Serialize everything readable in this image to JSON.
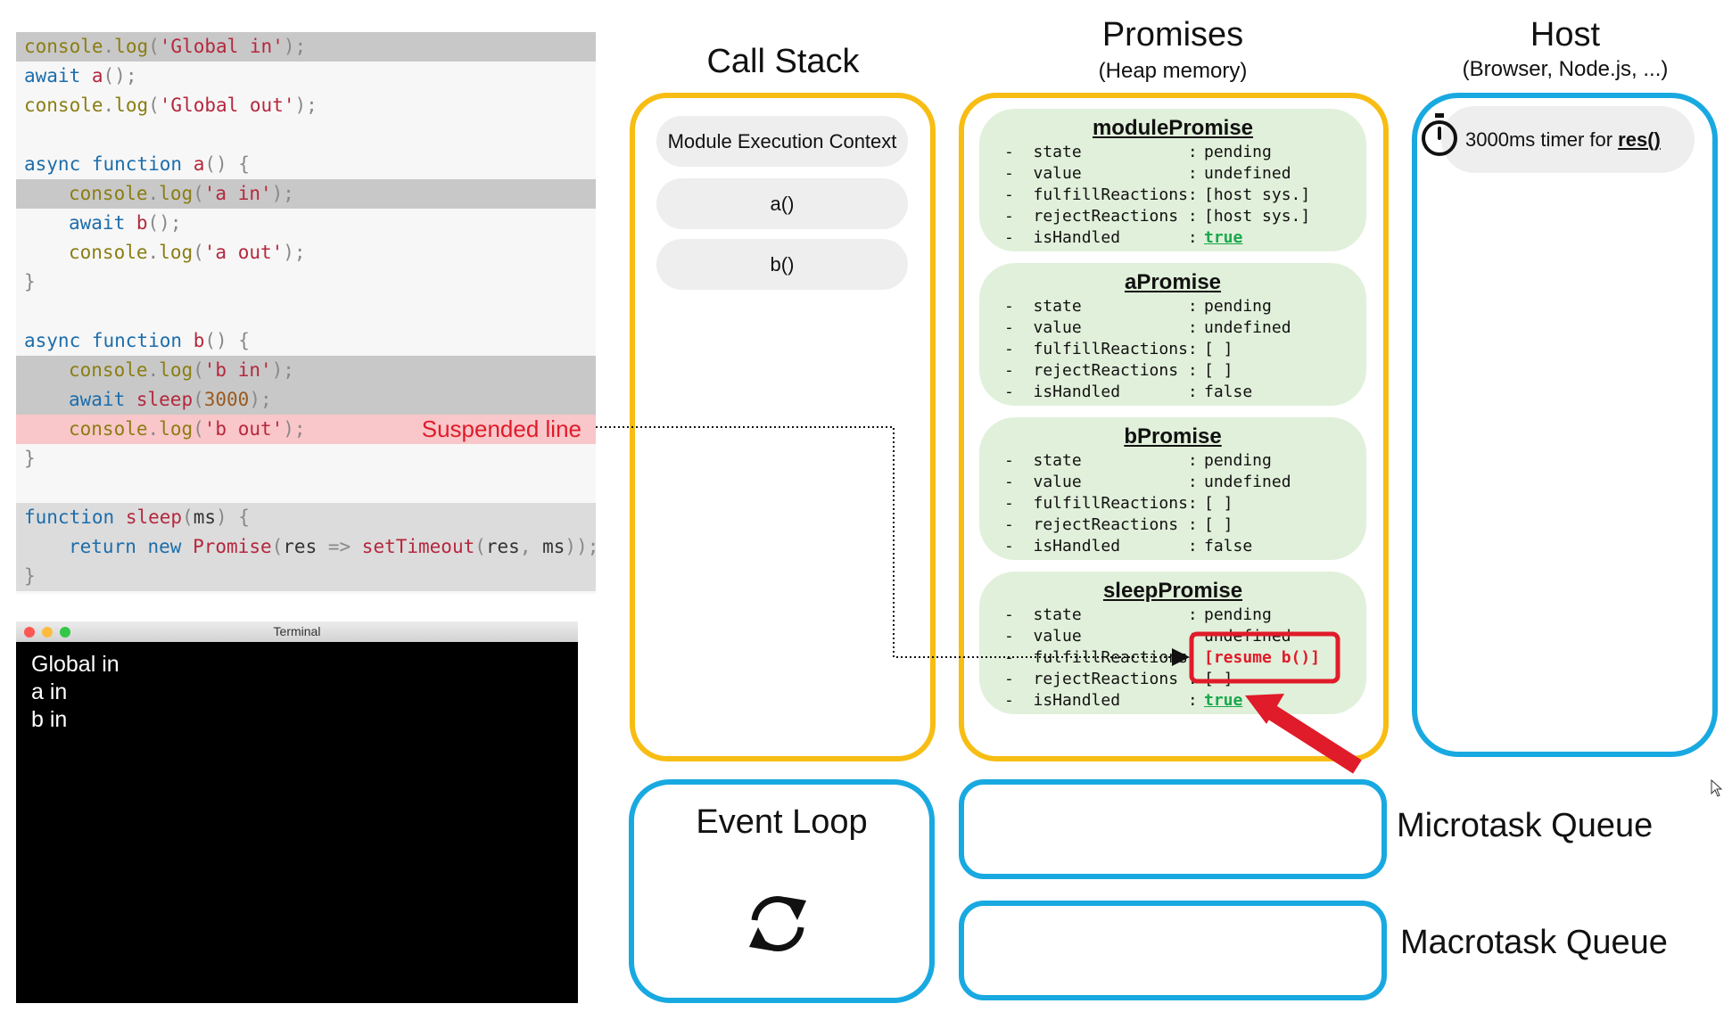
{
  "code": [
    {
      "text": "console.log('Global in');",
      "cls": "hl",
      "ind": false
    },
    {
      "text": "await a();",
      "cls": "",
      "ind": false
    },
    {
      "text": "console.log('Global out');",
      "cls": "",
      "ind": false
    },
    {
      "text": "",
      "cls": "",
      "ind": false
    },
    {
      "text": "async function a() {",
      "cls": "",
      "ind": false
    },
    {
      "text": "console.log('a in');",
      "cls": "hl",
      "ind": true
    },
    {
      "text": "await b();",
      "cls": "",
      "ind": true
    },
    {
      "text": "console.log('a out');",
      "cls": "",
      "ind": true
    },
    {
      "text": "}",
      "cls": "",
      "ind": false
    },
    {
      "text": "",
      "cls": "",
      "ind": false
    },
    {
      "text": "async function b() {",
      "cls": "",
      "ind": false
    },
    {
      "text": "console.log('b in');",
      "cls": "hl",
      "ind": true
    },
    {
      "text": "await sleep(3000);",
      "cls": "hl",
      "ind": true
    },
    {
      "text": "console.log('b out');",
      "cls": "susp",
      "ind": true
    },
    {
      "text": "}",
      "cls": "",
      "ind": false
    },
    {
      "text": "",
      "cls": "",
      "ind": false
    },
    {
      "text": "function sleep(ms) {",
      "cls": "fn",
      "ind": false
    },
    {
      "text": "return new Promise(res => setTimeout(res, ms));",
      "cls": "fn",
      "ind": true
    },
    {
      "text": "}",
      "cls": "fn",
      "ind": false
    }
  ],
  "suspended_label": "Suspended line",
  "terminal": {
    "title": "Terminal",
    "lines": [
      "Global in",
      "a in",
      "b in"
    ]
  },
  "titles": {
    "call_stack": "Call Stack",
    "promises": "Promises",
    "promises_sub": "(Heap memory)",
    "host": "Host",
    "host_sub": "(Browser, Node.js, ...)"
  },
  "call_stack": {
    "frames": [
      "Module Execution Context",
      "a()",
      "b()"
    ]
  },
  "field_names": [
    "state",
    "value",
    "fulfillReactions",
    "rejectReactions",
    "isHandled"
  ],
  "promises": [
    {
      "name": "modulePromise",
      "state": "pending",
      "value": "undefined",
      "fulfill": "[host sys.]",
      "reject": "[host sys.]",
      "handled": "true"
    },
    {
      "name": "aPromise",
      "state": "pending",
      "value": "undefined",
      "fulfill": "[ ]",
      "reject": "[ ]",
      "handled": "false"
    },
    {
      "name": "bPromise",
      "state": "pending",
      "value": "undefined",
      "fulfill": "[ ]",
      "reject": "[ ]",
      "handled": "false"
    },
    {
      "name": "sleepPromise",
      "state": "pending",
      "value": "undefined",
      "fulfill": "[resume b()]",
      "reject": "[ ]",
      "handled": "true"
    }
  ],
  "host": {
    "timer_prefix": "3000ms timer for ",
    "timer_target": "res()"
  },
  "event_loop": "Event Loop",
  "queues": {
    "microtask": "Microtask Queue",
    "macrotask": "Macrotask Queue"
  },
  "colors": {
    "call_stack_border": "#f7bd13",
    "queue_border": "#19a9e1",
    "promise_card": "#e1f0da",
    "highlight_red": "#e01b2a",
    "handled_true": "#18a84c"
  }
}
